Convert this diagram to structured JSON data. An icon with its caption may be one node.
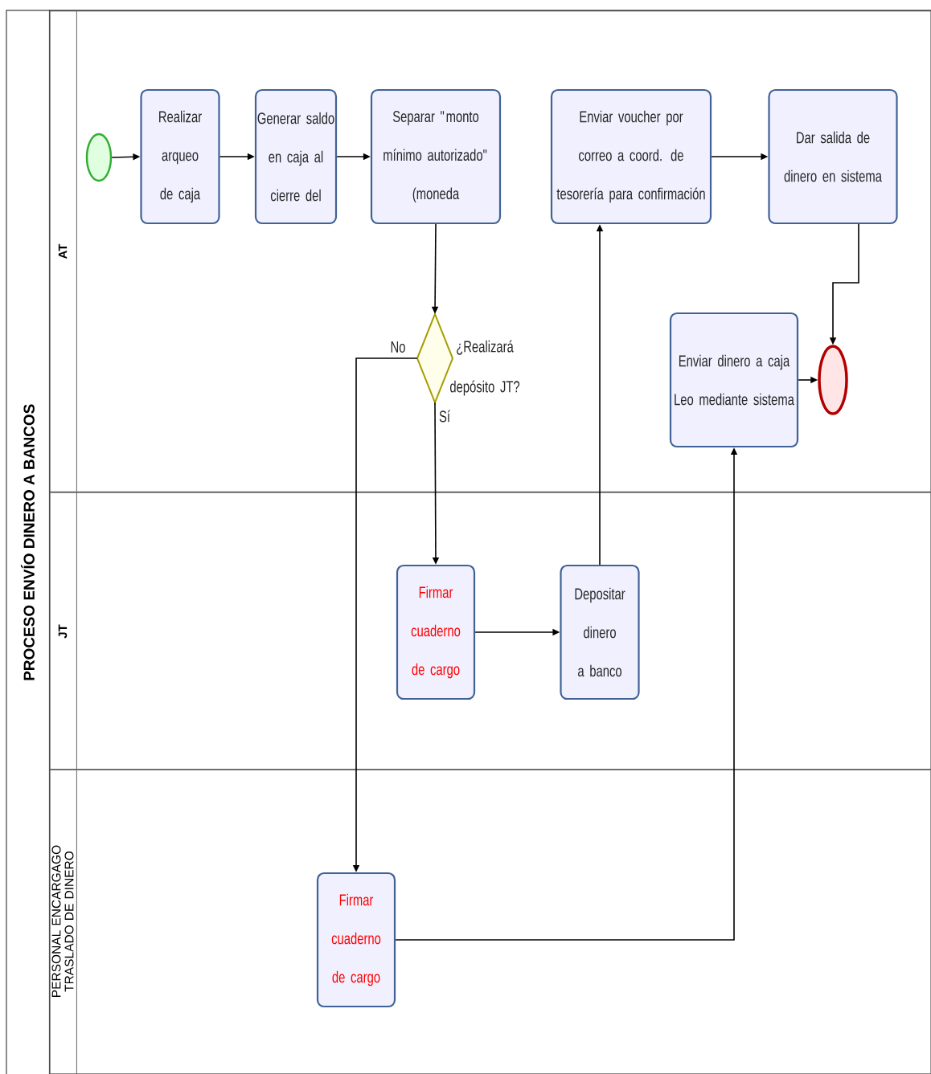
{
  "diagram": {
    "nodes": [
      {
        "text": [
          "PROCESO ENVÍO DINERO A BANCOS"
        ]
      },
      {
        "text": [
          "AT"
        ],
        "in": 0
      },
      {
        "text": [
          "JT"
        ],
        "in": 0
      },
      {
        "text": [
          "PERSONAL ENCARGAGO TRASLADO DE DINERO"
        ],
        "in": 0
      },
      {
        "text": [],
        "shape": "circle",
        "in": 1
      },
      {
        "text": [
          "Realizar arqueo de caja"
        ],
        "in": 1
      },
      {
        "text": [
          "Generar saldo en caja al cierre del"
        ],
        "in": 1
      },
      {
        "text": [
          "Separar \"monto mínimo autorizado\" (moneda"
        ],
        "in": 1
      },
      {
        "text": [
          "Enviar voucher por correo a coord. de tesorería para confirmación"
        ],
        "in": 1
      },
      {
        "text": [
          "Dar salida de dinero en sistema"
        ],
        "in": 1
      },
      {
        "text": [],
        "shape": "diamond",
        "in": 1,
        "beside": [
          "¿Realizará depósito JT?"
        ]
      },
      {
        "text": [
          "Enviar dinero a caja Leo mediante sistema"
        ],
        "in": 1
      },
      {
        "text": [],
        "shape": "circle",
        "in": 1
      },
      {
        "text": [
          "Firmar cuaderno de cargo"
        ],
        "in": 2
      },
      {
        "text": [
          "Depositar dinero a banco"
        ],
        "in": 2
      },
      {
        "text": [
          "Firmar cuaderno de cargo"
        ],
        "in": 3
      }
    ],
    "edges": [
      {
        "from": 4,
        "to": 5,
        "arrow": "to"
      },
      {
        "from": 5,
        "to": 6,
        "arrow": "to"
      },
      {
        "from": 6,
        "to": 7,
        "arrow": "to"
      },
      {
        "from": 7,
        "to": 10,
        "arrow": "to"
      },
      {
        "from": 10,
        "to": 15,
        "arrow": "to",
        "label": "No"
      },
      {
        "from": 10,
        "to": 13,
        "arrow": "to",
        "label": "Sí"
      },
      {
        "from": 13,
        "to": 14,
        "arrow": "to"
      },
      {
        "from": 14,
        "to": 8,
        "arrow": "to"
      },
      {
        "from": 8,
        "to": 9,
        "arrow": "to"
      },
      {
        "from": 9,
        "to": 12,
        "arrow": "to"
      },
      {
        "from": 11,
        "to": 12,
        "arrow": "to"
      },
      {
        "from": 15,
        "to": 11,
        "arrow": "to"
      }
    ]
  }
}
